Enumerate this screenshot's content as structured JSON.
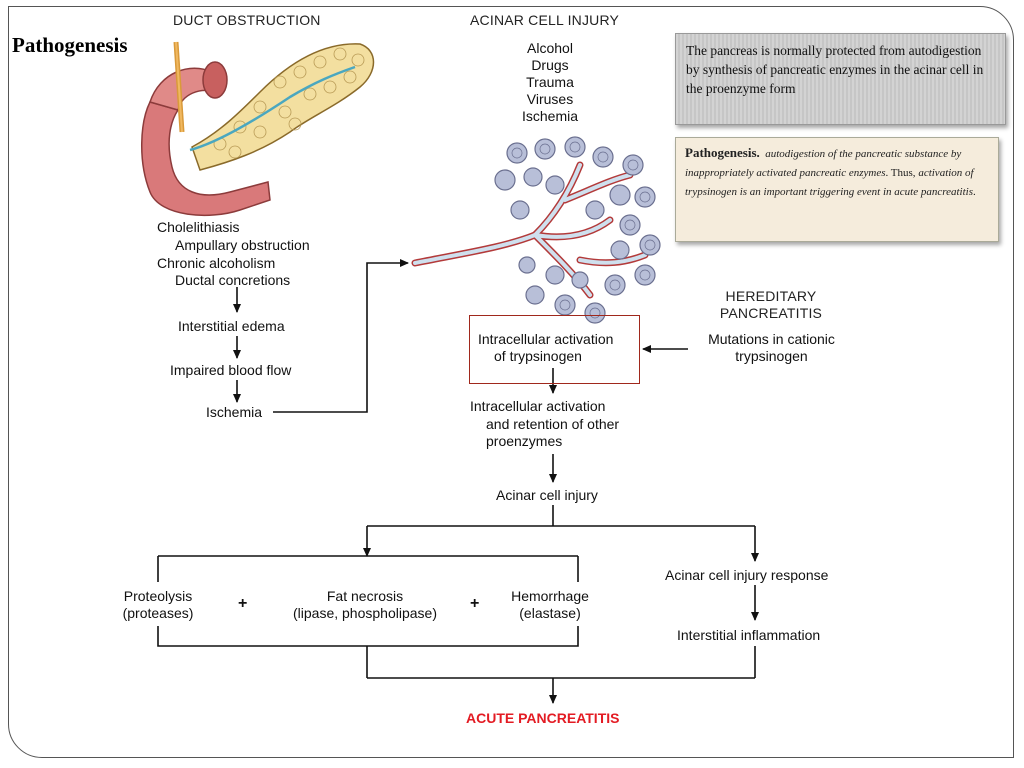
{
  "slide_title": "Pathogenesis",
  "headers": {
    "duct_obstruction": "DUCT OBSTRUCTION",
    "acinar_cell_injury": "ACINAR CELL INJURY",
    "hereditary_line1": "HEREDITARY",
    "hereditary_line2": "PANCREATITIS"
  },
  "acinar_causes": [
    "Alcohol",
    "Drugs",
    "Trauma",
    "Viruses",
    "Ischemia"
  ],
  "duct_causes": {
    "cholelithiasis": "Cholelithiasis",
    "ampullary": "Ampullary obstruction",
    "chronic_alcoholism": "Chronic alcoholism",
    "ductal_concretions": "Ductal concretions"
  },
  "duct_flow": {
    "interstitial_edema": "Interstitial edema",
    "impaired_blood_flow": "Impaired blood flow",
    "ischemia": "Ischemia"
  },
  "hereditary_mutation": {
    "line1": "Mutations in cationic",
    "line2": "trypsinogen"
  },
  "main_flow": {
    "activation_line1": "Intracellular activation",
    "activation_line2": "of trypsinogen",
    "retention_line1": "Intracellular activation",
    "retention_line2": "and retention of other",
    "retention_line3": "proenzymes",
    "acinar_injury": "Acinar cell injury"
  },
  "effects": {
    "proteolysis_line1": "Proteolysis",
    "proteolysis_line2": "(proteases)",
    "fat_necrosis_line1": "Fat necrosis",
    "fat_necrosis_line2": "(lipase, phospholipase)",
    "hemorrhage_line1": "Hemorrhage",
    "hemorrhage_line2": "(elastase)",
    "plus": "+"
  },
  "response": {
    "acinar_response": "Acinar cell injury response",
    "interstitial_inflammation": "Interstitial inflammation"
  },
  "outcome": "ACUTE PANCREATITIS",
  "info_box_1": "The pancreas is normally protected from autodigestion by synthesis of pancreatic enzymes in the acinar cell in the proenzyme form",
  "info_box_2": {
    "heading": "Pathogenesis.",
    "italic_part": "autodigestion of the pancreatic substance by inappropriately activated pancreatic enzymes",
    "thus": ". Thus,",
    "italic_part2": "activation of trypsinogen is an important triggering event in acute pancreatitis",
    "end": "."
  },
  "colors": {
    "outcome_red": "#e31b23",
    "box_border_red": "#a0281c",
    "pancreas_yellow": "#f3dfa0",
    "duodenum_pink": "#d9797a",
    "acini_blue": "#b8bfd8"
  }
}
